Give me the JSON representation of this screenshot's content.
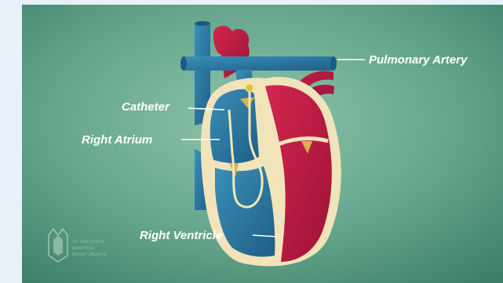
{
  "labels": {
    "pulmonary_artery": "Pulmonary Artery",
    "catheter": "Catheter",
    "right_atrium": "Right Atrium",
    "right_ventricle": "Right Ventricle"
  },
  "watermark": {
    "line1": "ST. VINCENT'S",
    "line2": "HOSPITAL",
    "line3": "HEART HEALTH"
  },
  "colors": {
    "page_bg": "#e6f1fa",
    "background": "#5f9e86",
    "right_side_blue": "#2f7ea6",
    "left_side_red": "#c21c44",
    "heart_wall": "#f1e3ba"
  }
}
